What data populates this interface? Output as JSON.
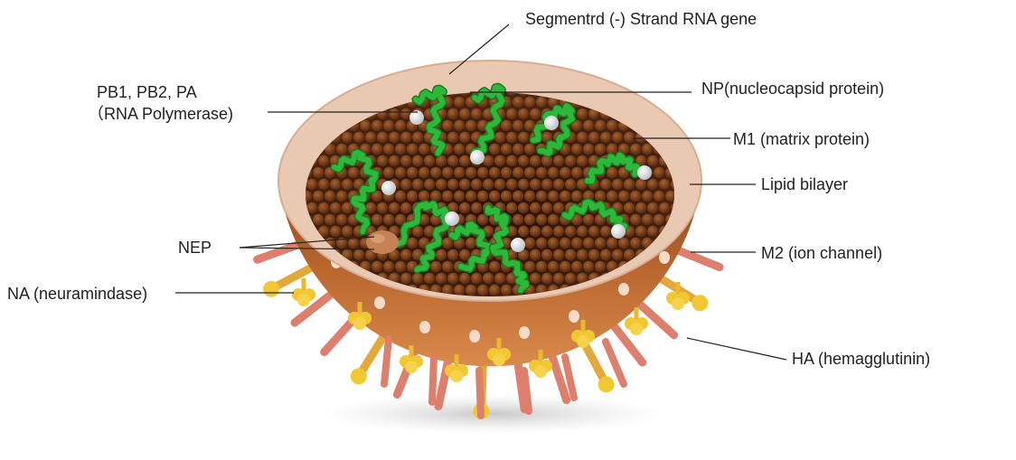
{
  "labels": {
    "segment_rna": "Segmentrd (-) Strand RNA gene",
    "polymerase_line1": "PB1, PB2, PA",
    "polymerase_line2": "（RNA Polymerase)",
    "np": "NP(nucleocapsid protein)",
    "m1": "M1 (matrix protein)",
    "lipid": "Lipid bilayer",
    "nep": "NEP",
    "m2": "M2 (ion channel)",
    "na": "NA (neuramindase)",
    "ha": "HA (hemagglutinin)"
  },
  "colors": {
    "shell_outer": "#eac9b3",
    "shell_brown": "#b8652d",
    "interior": "#3a1a08",
    "matrix_dot": "#8a4a1e",
    "rna": "#2eb83a",
    "polymerase": "#ffffff",
    "ha_spike": "#de7f6e",
    "na_spike": "#f2c832",
    "nep": "#c48256",
    "leader": "#222222"
  }
}
